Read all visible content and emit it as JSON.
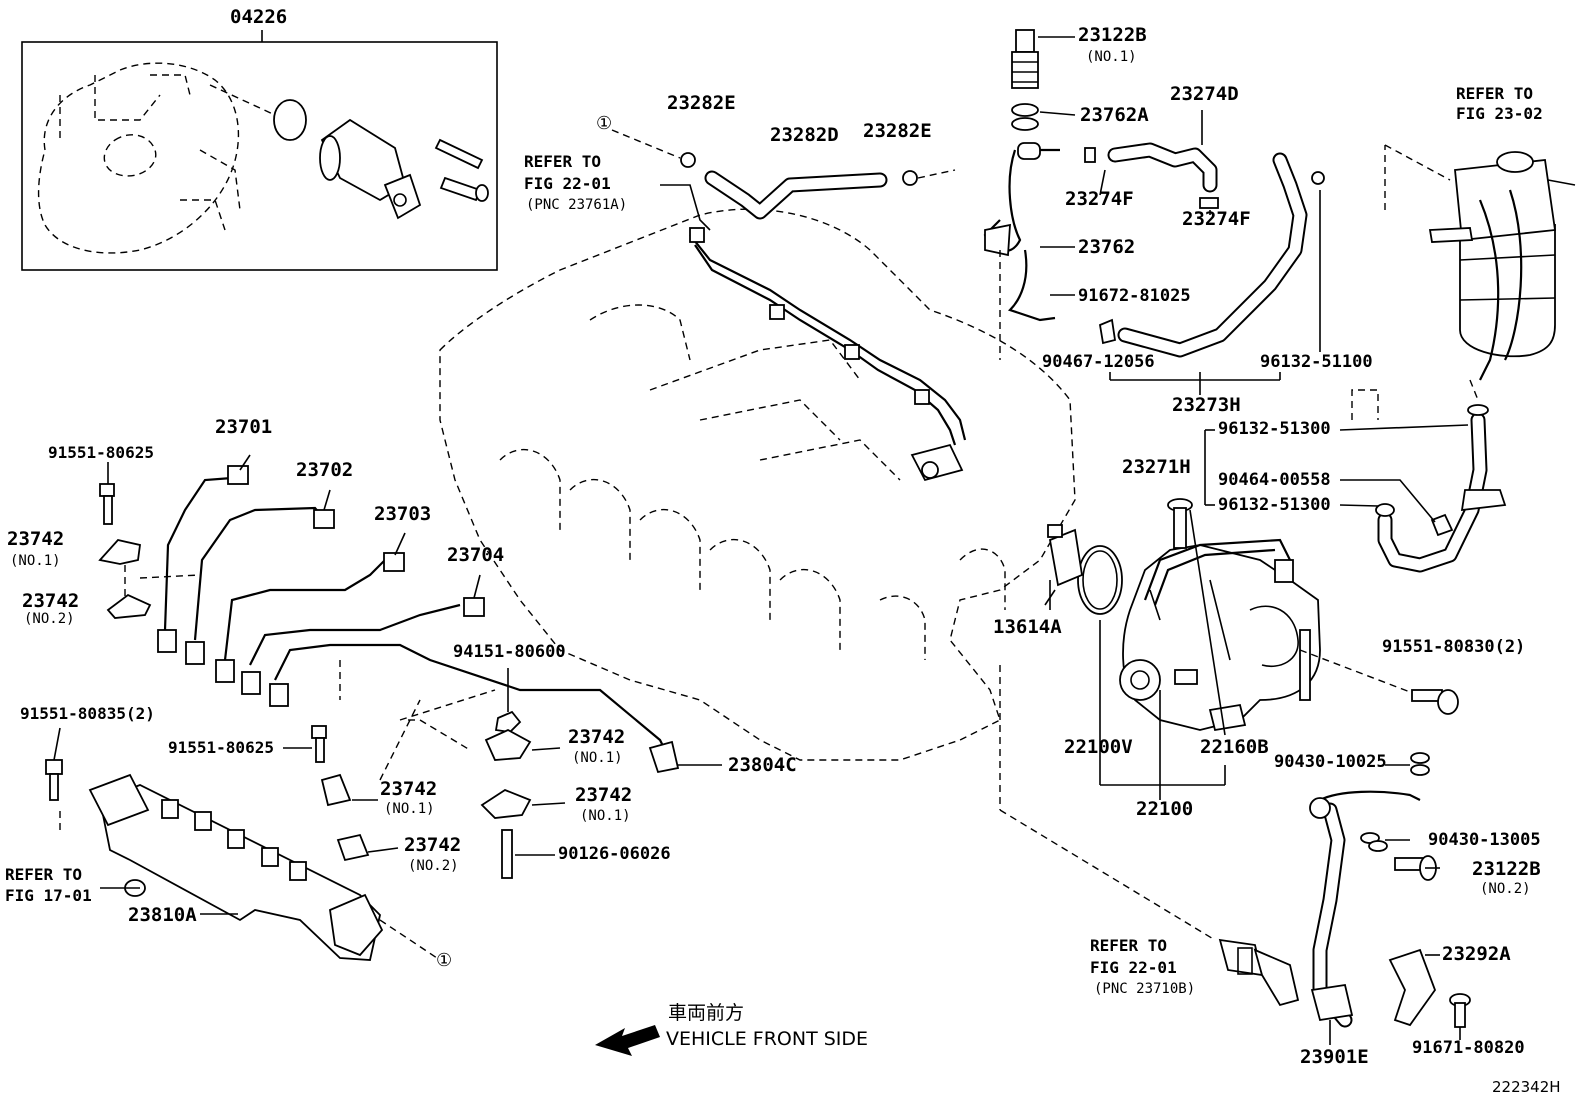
{
  "figure_code": "222342H",
  "direction": {
    "jp": "車両前方",
    "en": "VEHICLE FRONT SIDE"
  },
  "labels": {
    "p04226": "04226",
    "p23122B_1": "23122B",
    "p23122B_1_sub": "(NO.1)",
    "p23762A": "23762A",
    "p23274D": "23274D",
    "p23282E_a": "23282E",
    "p23282D": "23282D",
    "p23282E_b": "23282E",
    "p23274F_a": "23274F",
    "p23274F_b": "23274F",
    "p23762": "23762",
    "p91672_81025": "91672-81025",
    "p90467_12056": "90467-12056",
    "p96132_51100": "96132-51100",
    "p23273H": "23273H",
    "p96132_51300_a": "96132-51300",
    "p23271H": "23271H",
    "p90464_00558": "90464-00558",
    "p96132_51300_b": "96132-51300",
    "p23701": "23701",
    "p91551_80625_a": "91551-80625",
    "p23702": "23702",
    "p23703": "23703",
    "p23742_no1_a": "23742",
    "p23742_no1_a_sub": "(NO.1)",
    "p23742_no2_a": "23742",
    "p23742_no2_a_sub": "(NO.2)",
    "p23704": "23704",
    "p13614A": "13614A",
    "p91551_80830": "91551-80830(2)",
    "p94151_80600": "94151-80600",
    "p91551_80835": "91551-80835(2)",
    "p91551_80625_b": "91551-80625",
    "p23742_no1_b": "23742",
    "p23742_no1_b_sub": "(NO.1)",
    "p23804C": "23804C",
    "p22100V": "22100V",
    "p22160B": "22160B",
    "p90430_10025": "90430-10025",
    "p23742_no1_c": "23742",
    "p23742_no1_c_sub": "(NO.1)",
    "p23742_no1_d": "23742",
    "p23742_no1_d_sub": "(NO.1)",
    "p22100": "22100",
    "p90430_13005": "90430-13005",
    "p23122B_2": "23122B",
    "p23122B_2_sub": "(NO.2)",
    "p23742_no2_b": "23742",
    "p23742_no2_b_sub": "(NO.2)",
    "p90126_06026": "90126-06026",
    "p23810A": "23810A",
    "p23292A": "23292A",
    "p91671_80820": "91671-80820",
    "p23901E": "23901E"
  },
  "refs": {
    "fig22_01_a": {
      "line1": "REFER TO",
      "line2": "FIG 22-01",
      "line3": "(PNC 23761A)"
    },
    "fig23_02": {
      "line1": "REFER TO",
      "line2": "FIG 23-02"
    },
    "fig17_01": {
      "line1": "REFER TO",
      "line2": "FIG 17-01"
    },
    "fig22_01_b": {
      "line1": "REFER TO",
      "line2": "FIG 22-01",
      "line3": "(PNC 23710B)"
    }
  },
  "markers": {
    "circle_1_a": "①",
    "circle_1_b": "①"
  }
}
